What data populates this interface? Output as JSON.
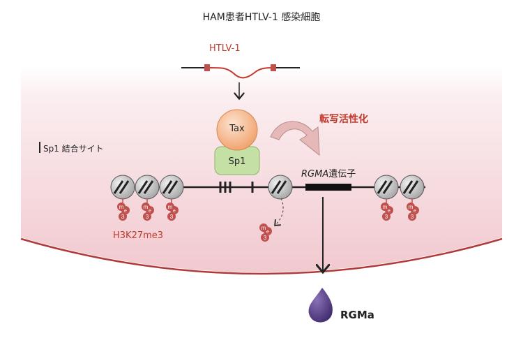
{
  "title": "HAM患者HTLV-1 感染細胞",
  "virus_label": "HTLV-1",
  "activation_label": "転写活性化",
  "sp1_site_label": "Sp1 結合サイト",
  "gene": {
    "name": "RGMA",
    "suffix": "遺伝子"
  },
  "histone_mark_label": "H3K27me3",
  "protein_label": "RGMa",
  "tax_label": "Tax",
  "sp1_label": "Sp1",
  "methyl_tag": {
    "top": "m",
    "sub": "e",
    "num": "3"
  },
  "colors": {
    "cell_gradient_top": "#fbeef0",
    "cell_gradient_bottom": "#f1c9cf",
    "membrane": "#b03a3a",
    "virus_line": "#c0392b",
    "virus_box": "#c0504d",
    "tax_fill": "#f4b183",
    "sp1_fill": "#c5e0a5",
    "nucleosome": "#bfbfbf",
    "methyl": "#c0504d",
    "rgma_fill": "#5b3f8c",
    "activation_arrow": "#e6b8b7"
  }
}
